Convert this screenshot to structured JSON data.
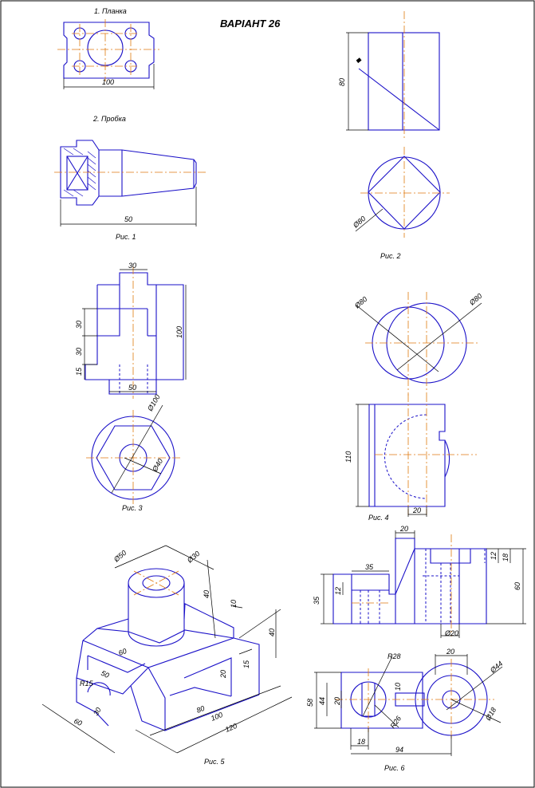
{
  "title": "ВАРІАНТ 26",
  "figure_captions": {
    "fig1": "Рис. 1",
    "fig2": "Рис. 2",
    "fig3": "Рис. 3",
    "fig4": "Рис. 4",
    "fig5": "Рис. 5",
    "fig6": "Рис. 6"
  },
  "part_labels": {
    "plate": "1. Планка",
    "plug": "2. Пробка"
  },
  "dimensions": {
    "fig1": {
      "plate_width": "100",
      "plug_length": "50"
    },
    "fig2": {
      "height": "80",
      "square": "◆",
      "diameter": "Ø80"
    },
    "fig3": {
      "top_width": "30",
      "h1": "30",
      "h2": "30",
      "h3": "15",
      "bottom_width": "50",
      "height": "100",
      "diameter": "Ø100",
      "hole": "Ø40"
    },
    "fig4": {
      "d_left": "Ø80",
      "d_right": "Ø80",
      "height": "110",
      "offset": "20"
    },
    "fig5": {
      "d_outer": "Ø50",
      "d_inner": "Ø30",
      "cyl_h": "40",
      "t10": "10",
      "h40": "40",
      "h15": "15",
      "h20": "20",
      "r15": "R15",
      "d50": "50",
      "d60a": "60",
      "d30": "30",
      "d80": "80",
      "d100": "100",
      "d120": "120",
      "d60b": "60"
    },
    "fig6": {
      "top20": "20",
      "w35": "35",
      "h12a": "12",
      "h35": "35",
      "h12b": "12",
      "h18": "18",
      "h60": "60",
      "d20a": "Ø20",
      "w20": "20",
      "r28": "R28",
      "h58": "58",
      "h44": "44",
      "h20": "20",
      "h10": "10",
      "d44": "Ø44",
      "d18": "Ø18",
      "r26": "R26",
      "w18": "18",
      "w94": "94"
    }
  }
}
